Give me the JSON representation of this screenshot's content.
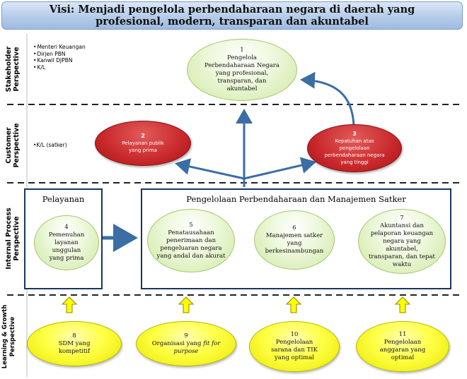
{
  "title": "Visi: Menjadi pengelola perbendaharaan negara di daerah yang profesional, modern, transparan dan akuntabel",
  "perspectives": {
    "stakeholder": "Stakeholder\nPerspective",
    "customer": "Customer\nPerspective",
    "internal": "Internal Process\nPerspective",
    "learning": "Learning & Growth\nPerspective"
  },
  "stakeholders": [
    "Menteri Keuangan",
    "Dirjen PBN",
    "Kanwil DJPBN",
    "K/L"
  ],
  "customers": "K/L (satker)",
  "panels": {
    "pelayanan": "Pelayanan",
    "pengelolaan": "Pengelolaan  Perbendaharaan dan Manajemen Satker"
  },
  "objectives": {
    "o1": {
      "num": "1",
      "text": "Pengelola Perbendaharaan Negara yang profesional, transparan, dan akuntabel"
    },
    "o2": {
      "num": "2",
      "text": "Pelayanan publik yang prima"
    },
    "o3": {
      "num": "3",
      "text": "Kepatuhan atas pengelolaan perbendaharaan negara yang tinggi"
    },
    "o4": {
      "num": "4",
      "text": "Pemenuhan layanan unggulan yang prima"
    },
    "o5": {
      "num": "5",
      "text": "Penatausahaan penerimaan dan pengeluaran negara yang andal dan akurat"
    },
    "o6": {
      "num": "6",
      "text": "Manajemen satker yang berkesinambungan"
    },
    "o7": {
      "num": "7",
      "text": "Akuntansi dan pelaporan keuangan negara yang akuntabel, transparan, dan tepat waktu"
    },
    "o8": {
      "num": "8",
      "text": "SDM yang kompetitif"
    },
    "o9": {
      "num": "9",
      "text_a": "Organisasi yang ",
      "text_b": "fit for purpose"
    },
    "o10": {
      "num": "10",
      "text": "Pengelolaan sarana dan TIK yang optimal"
    },
    "o11": {
      "num": "11",
      "text": "Pengelolaan anggaran yang optimal"
    }
  },
  "colors": {
    "arrow": "#3a6ea5",
    "dashed_line": "#222222",
    "panel_border": "#17375e",
    "up_arrow": "#ffff00"
  }
}
